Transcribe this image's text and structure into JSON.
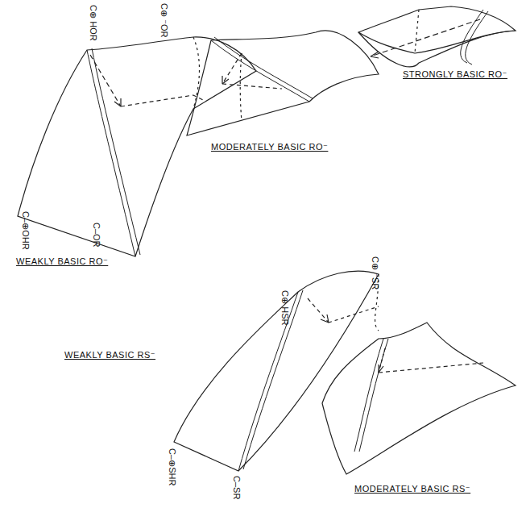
{
  "diagram": {
    "labels": [
      "C⊕ HOR",
      "C⊕ ⁻OR",
      "C–⊕OHR",
      "C–OR",
      "WEAKLY BASIC RO⁻",
      "MODERATELY BASIC RO⁻",
      "STRONGLY BASIC RO⁻",
      "C⊕ HSR",
      "C⊕ ⁻SR",
      "C–⊕SHR",
      "C–SR",
      "WEAKLY BASIC RS⁻",
      "MODERATELY BASIC RS⁻"
    ]
  }
}
